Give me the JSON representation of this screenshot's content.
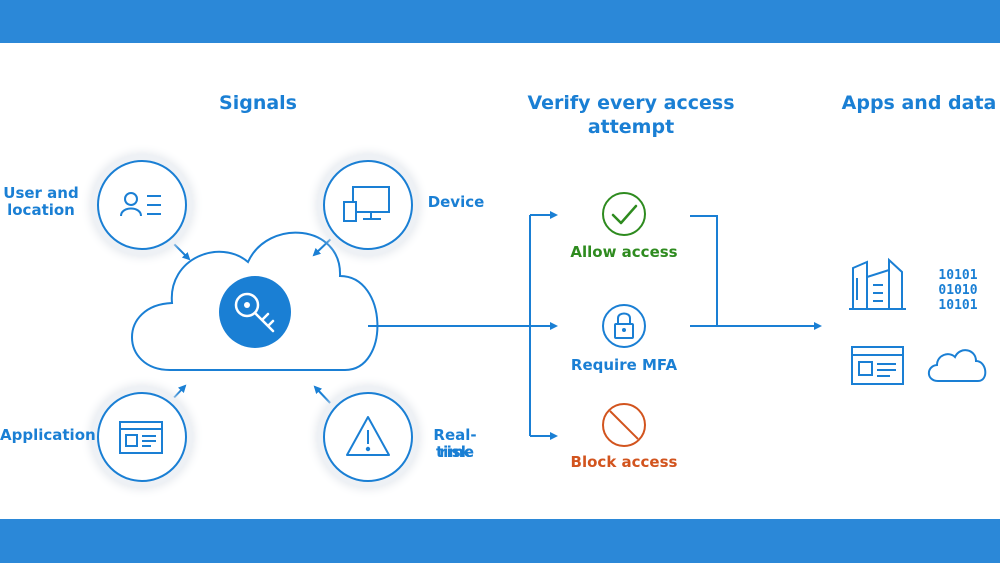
{
  "headers": {
    "signals": "Signals",
    "verify_line1": "Verify every access",
    "verify_line2": "attempt",
    "apps": "Apps and data"
  },
  "signals": {
    "user_line1": "User and",
    "user_line2": "location",
    "device": "Device",
    "application": "Application",
    "risk_line1": "Real-time",
    "risk_line2": "risk"
  },
  "outcomes": {
    "allow": "Allow access",
    "mfa": "Require MFA",
    "block": "Block access"
  },
  "colors": {
    "brand_blue": "#1a7fd4",
    "band_blue": "#2b88d8",
    "allow_green": "#2e8b1f",
    "block_orange": "#d2541e"
  },
  "icons": {
    "user": "user-location-icon",
    "device": "device-icon",
    "application": "application-icon",
    "risk": "warning-icon",
    "cloud": "cloud-icon",
    "key": "key-icon",
    "allow": "checkmark-icon",
    "mfa": "padlock-icon",
    "block": "prohibited-icon",
    "building": "building-icon",
    "binary": "binary-data-icon",
    "app_window": "app-window-icon",
    "small_cloud": "cloud-small-icon"
  },
  "apps_binary": {
    "row1": "10101",
    "row2": "01010",
    "row3": "10101"
  }
}
